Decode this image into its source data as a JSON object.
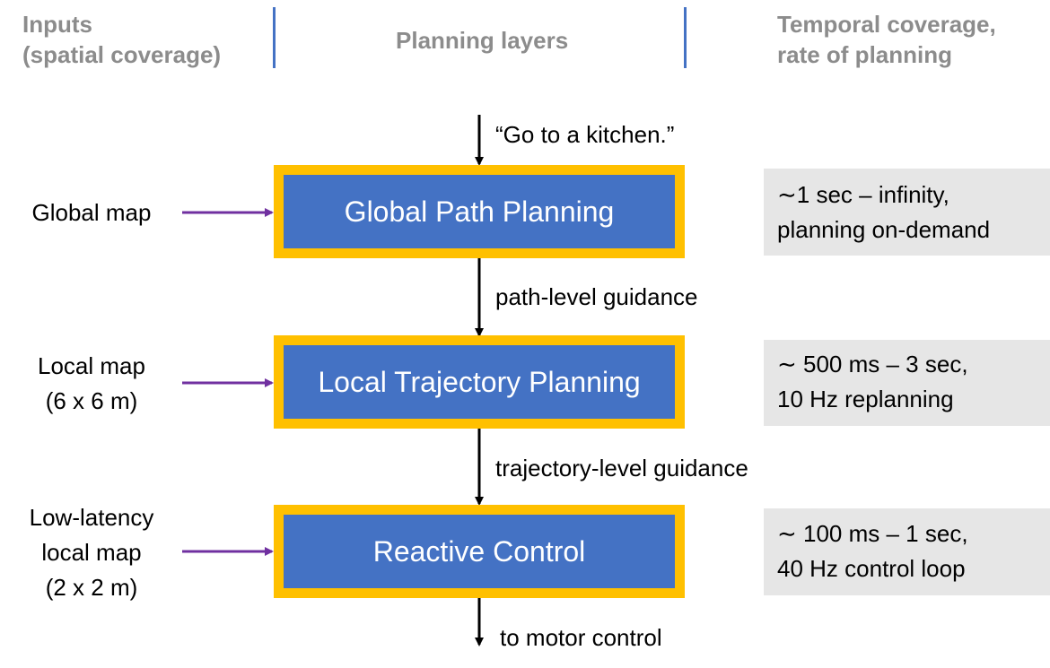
{
  "header": {
    "inputs_line1": "Inputs",
    "inputs_line2": "(spatial coverage)",
    "planning": "Planning layers",
    "temporal_line1": "Temporal coverage,",
    "temporal_line2": "rate of planning"
  },
  "top_command": "“Go to a kitchen.”",
  "layers": [
    {
      "name": "Global Path Planning",
      "input_lines": [
        "Global map"
      ],
      "timing_lines": [
        "∼1 sec – infinity,",
        "planning on-demand"
      ]
    },
    {
      "name": "Local Trajectory Planning",
      "input_lines": [
        "Local map",
        "(6 x 6 m)"
      ],
      "timing_lines": [
        "∼ 500 ms – 3 sec,",
        "10 Hz replanning"
      ]
    },
    {
      "name": "Reactive Control",
      "input_lines": [
        "Low-latency",
        "local map",
        "(2 x 2 m)"
      ],
      "timing_lines": [
        "∼ 100 ms – 1 sec,",
        "40 Hz control loop"
      ]
    }
  ],
  "guidance": [
    "path-level guidance",
    "trajectory-level guidance"
  ],
  "bottom_output": "to motor control",
  "colors": {
    "box_fill": "#4472c4",
    "box_border": "#ffc000",
    "input_arrow": "#7030a0",
    "header_text": "#8c8c8c",
    "header_divider": "#4472c4",
    "timing_bg": "#e6e6e6"
  }
}
